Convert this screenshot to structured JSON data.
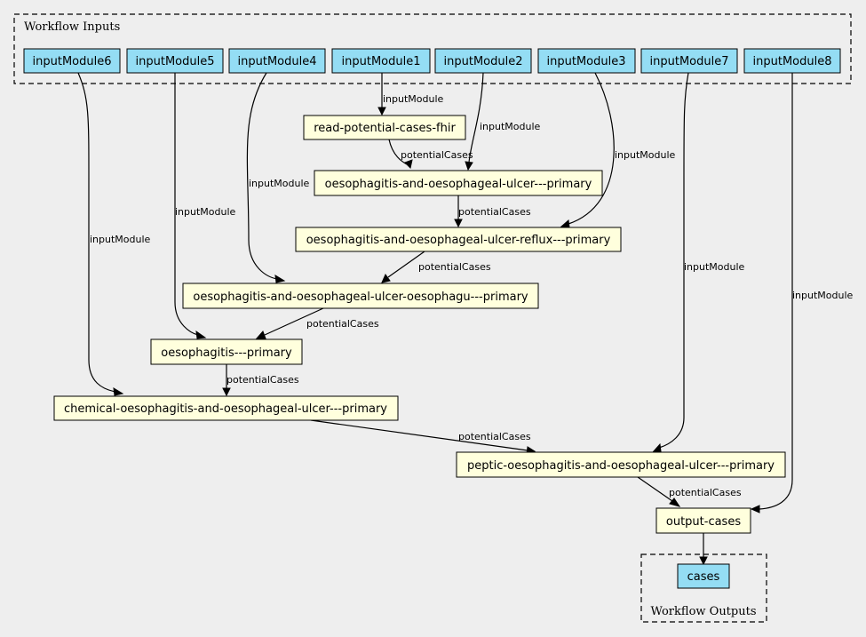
{
  "colors": {
    "background": "#eeeeee",
    "io_node": "#94ddf4",
    "step_node": "#ffffdd",
    "stroke": "#000000"
  },
  "clusters": {
    "inputs": {
      "title": "Workflow Inputs"
    },
    "outputs": {
      "title": "Workflow Outputs"
    }
  },
  "nodes": {
    "inputModule6": "inputModule6",
    "inputModule5": "inputModule5",
    "inputModule4": "inputModule4",
    "inputModule1": "inputModule1",
    "inputModule2": "inputModule2",
    "inputModule3": "inputModule3",
    "inputModule7": "inputModule7",
    "inputModule8": "inputModule8",
    "read": "read-potential-cases-fhir",
    "ulcer": "oesophagitis-and-oesophageal-ulcer---primary",
    "reflux": "oesophagitis-and-oesophageal-ulcer-reflux---primary",
    "oesophagu": "oesophagitis-and-oesophageal-ulcer-oesophagu---primary",
    "oesophagitis": "oesophagitis---primary",
    "chemical": "chemical-oesophagitis-and-oesophageal-ulcer---primary",
    "peptic": "peptic-oesophagitis-and-oesophageal-ulcer---primary",
    "output": "output-cases",
    "cases": "cases"
  },
  "edge_labels": {
    "input_module": "inputModule",
    "potential_cases": "potentialCases"
  }
}
